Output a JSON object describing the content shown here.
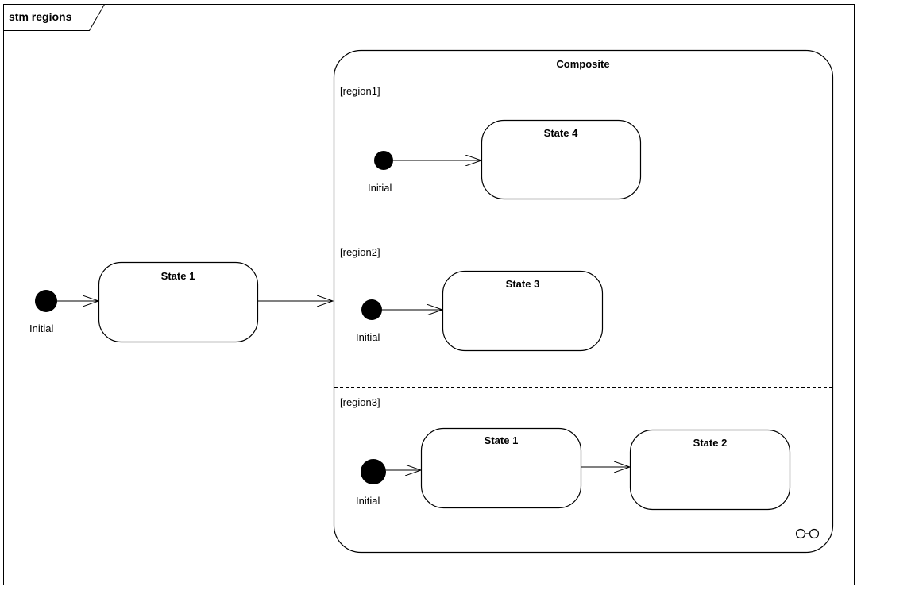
{
  "frame": {
    "title": "stm regions"
  },
  "composite": {
    "name": "Composite",
    "regions": [
      {
        "label": "[region1]"
      },
      {
        "label": "[region2]"
      },
      {
        "label": "[region3]"
      }
    ]
  },
  "outer": {
    "initial_label": "Initial",
    "state1_name": "State 1"
  },
  "region1": {
    "initial_label": "Initial",
    "state_name": "State 4"
  },
  "region2": {
    "initial_label": "Initial",
    "state_name": "State 3"
  },
  "region3": {
    "initial_label": "Initial",
    "state_a_name": "State 1",
    "state_b_name": "State 2"
  },
  "icons": {
    "composite_marker": "infinity-icon"
  },
  "colors": {
    "line": "#000000",
    "state_fill": "#ffffff",
    "initial_fill": "#000000"
  },
  "caption": ""
}
